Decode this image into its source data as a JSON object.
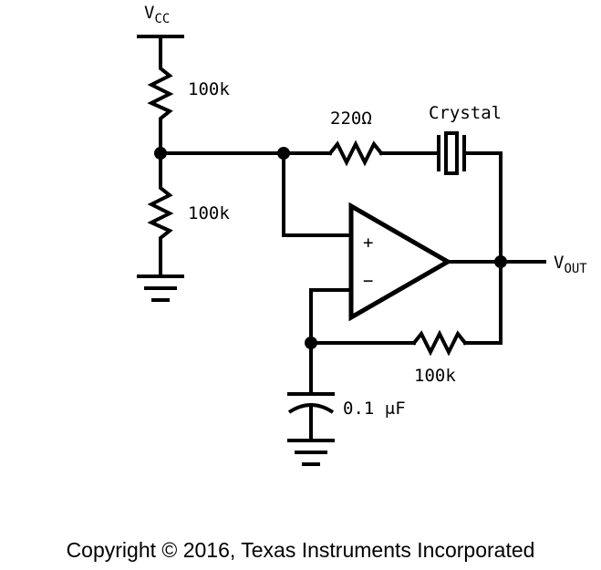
{
  "labels": {
    "vcc_main": "V",
    "vcc_sub": "CC",
    "r_top": "100k",
    "r_bottom": "100k",
    "r_series": "220Ω",
    "crystal": "Crystal",
    "opamp_plus": "+",
    "opamp_minus": "−",
    "vout_main": "V",
    "vout_sub": "OUT",
    "r_feedback": "100k",
    "capacitor": "0.1 μF"
  },
  "footer": {
    "copyright": "Copyright © 2016, Texas Instruments Incorporated"
  }
}
